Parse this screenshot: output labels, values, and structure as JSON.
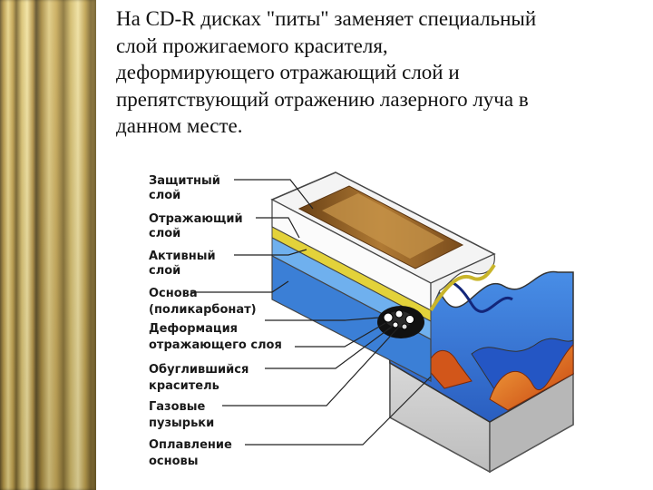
{
  "intro_lines": [
    "На CD-R дисках \"питы\" заменяет специальный",
    "слой прожигаемого красителя,",
    "деформирующего отражающий слой и",
    "препятствующий отражению лазерного луча в",
    "данном месте."
  ],
  "labels": [
    "Защитный",
    "слой",
    "Отражающий",
    "слой",
    "Активный",
    "слой",
    "Основа",
    "(поликарбонат)",
    "Деформация",
    "отражающего слоя",
    "Обуглившийся",
    "краситель",
    "Газовые",
    "пузырьки",
    "Оплавление",
    "основы"
  ],
  "colors": {
    "protective_layer": "#f4f4f4",
    "reflective_layer": "#e3d23a",
    "active_layer_track": "#8a5a1e",
    "substrate": "#3b7fd6",
    "substrate_blue_deep": "#1f3fa8",
    "melt": "#e8731d",
    "label_text": "#1a1a1a"
  }
}
